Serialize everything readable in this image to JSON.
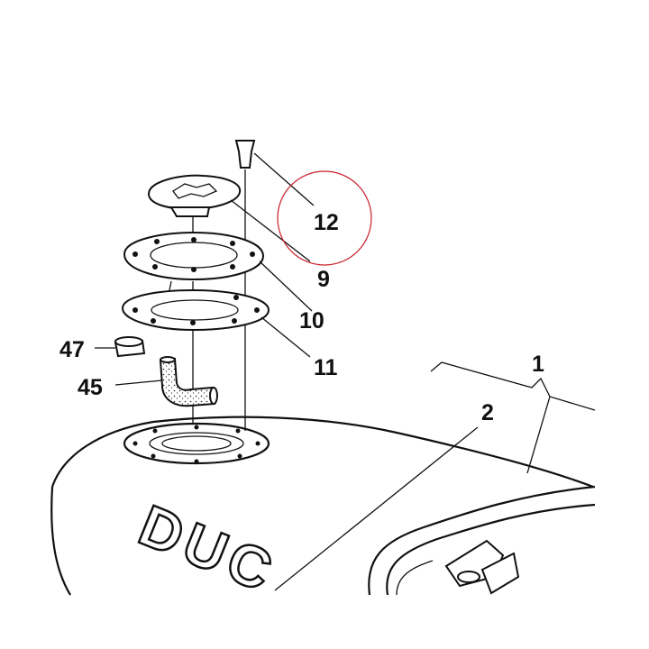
{
  "diagram": {
    "callouts": [
      {
        "id": "1",
        "text": "1"
      },
      {
        "id": "2",
        "text": "2"
      },
      {
        "id": "9",
        "text": "9"
      },
      {
        "id": "10",
        "text": "10"
      },
      {
        "id": "11",
        "text": "11"
      },
      {
        "id": "12",
        "text": "12",
        "highlighted": true
      },
      {
        "id": "45",
        "text": "45"
      },
      {
        "id": "47",
        "text": "47"
      }
    ],
    "tank_lettering": "DUC",
    "highlight_color": "#c8202a"
  }
}
